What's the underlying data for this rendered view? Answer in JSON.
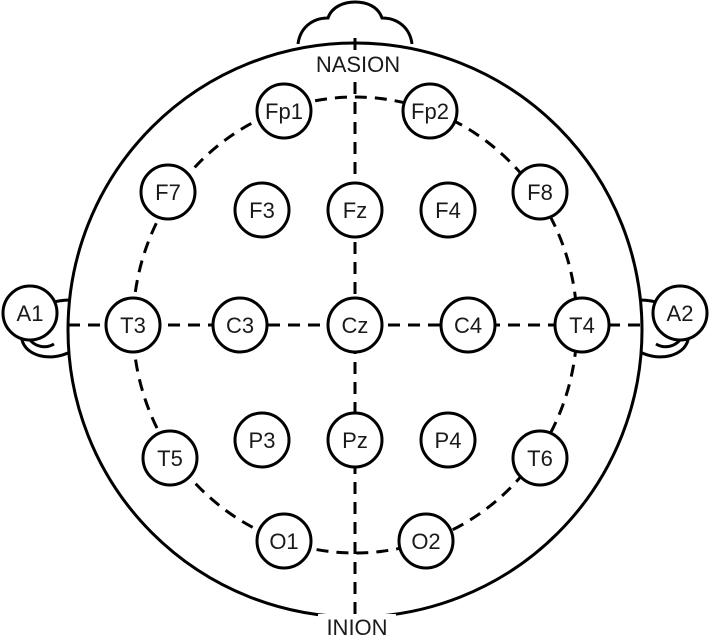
{
  "labels": {
    "nasion": "NASION",
    "inion": "INION"
  },
  "electrodes": [
    {
      "id": "Fp1"
    },
    {
      "id": "Fp2"
    },
    {
      "id": "F7"
    },
    {
      "id": "F3"
    },
    {
      "id": "Fz"
    },
    {
      "id": "F4"
    },
    {
      "id": "F8"
    },
    {
      "id": "A1"
    },
    {
      "id": "T3"
    },
    {
      "id": "C3"
    },
    {
      "id": "Cz"
    },
    {
      "id": "C4"
    },
    {
      "id": "T4"
    },
    {
      "id": "A2"
    },
    {
      "id": "T5"
    },
    {
      "id": "P3"
    },
    {
      "id": "Pz"
    },
    {
      "id": "P4"
    },
    {
      "id": "T6"
    },
    {
      "id": "O1"
    },
    {
      "id": "O2"
    }
  ],
  "colors": {
    "stroke": "#000000",
    "background": "#ffffff"
  }
}
